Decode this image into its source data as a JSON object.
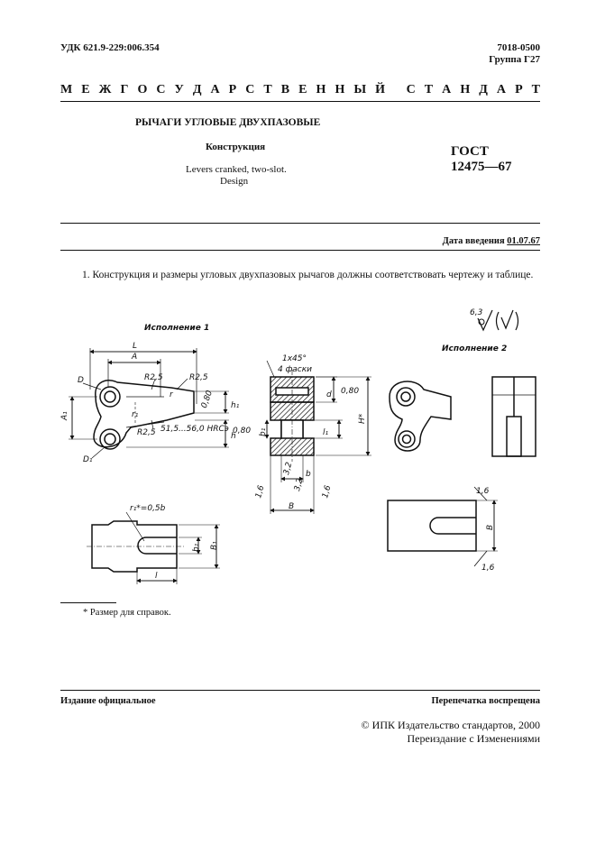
{
  "header": {
    "udk": "УДК 621.9-229:006.354",
    "code": "7018-0500",
    "group": "Группа Г27"
  },
  "banner": "М Е Ж Г О С У Д А Р С Т В Е Н Н Ы Й   С Т А Н Д А Р Т",
  "banner_words": [
    "М",
    "Е",
    "Ж",
    "Г",
    "О",
    "С",
    "У",
    "Д",
    "А",
    "Р",
    "С",
    "Т",
    "В",
    "Е",
    "Н",
    "Н",
    "Ы",
    "Й",
    "",
    "С",
    "Т",
    "А",
    "Н",
    "Д",
    "А",
    "Р",
    "Т"
  ],
  "title": {
    "ru": "РЫЧАГИ УГЛОВЫЕ ДВУХПАЗОВЫЕ",
    "sub": "Конструкция",
    "en_line1": "Levers cranked, two-slot.",
    "en_line2": "Design",
    "gost_line1": "ГОСТ",
    "gost_line2": "12475—67"
  },
  "intro_date": {
    "label": "Дата введения",
    "value": "01.07.67"
  },
  "paragraph": "1. Конструкция и размеры угловых двухпазовых рычагов должны соответствовать чертежу и таблице.",
  "drawing": {
    "version1": "Исполнение 1",
    "version2": "Исполнение 2",
    "roughness_main": "6,3",
    "labels": {
      "L": "L",
      "A": "A",
      "D": "D",
      "D1": "D₁",
      "A1": "A₁",
      "R25a": "R2,5",
      "R25b": "R2,5",
      "R25c": "R2,5",
      "r": "r",
      "r1": "r₁",
      "hardness": "51,5...56,0 HRCэ",
      "h1": "h₁",
      "h": "h",
      "r08a": "0,80",
      "r08b": "0,80",
      "r08c": "0,80",
      "chamfer1": "1x45°",
      "chamfer2": "4 фаски",
      "d": "d",
      "b1": "b₁",
      "l1": "l₁",
      "Hstar": "H*",
      "r32a": "3,2",
      "r32b": "3,2",
      "b": "b",
      "B": "B",
      "r16a": "1,6",
      "r16b": "1,6",
      "r16c": "1,6",
      "r16d": "1,6",
      "r1formula": "r₁*=0,5b",
      "b1b": "b₁",
      "B1": "B₁",
      "l": "l",
      "Bright": "B"
    }
  },
  "footnote": "* Размер для справок.",
  "footer": {
    "left": "Издание официальное",
    "right": "Перепечатка воспрещена",
    "copyright": "© ИПК Издательство стандартов, 2000",
    "reissue": "Переиздание с Изменениями"
  }
}
